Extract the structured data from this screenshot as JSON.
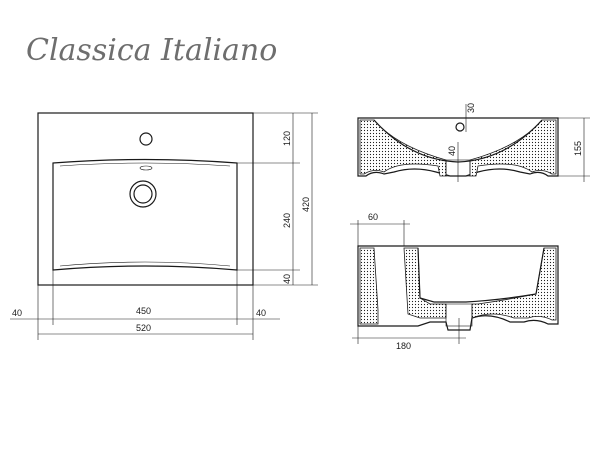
{
  "brand": {
    "logo_text": "Classica Italiano"
  },
  "dimensions": {
    "top_view": {
      "edge_left": "40",
      "basin_width": "450",
      "edge_right": "40",
      "overall_width": "520",
      "tap_zone": "120",
      "basin_depth": "240",
      "front_edge": "40",
      "overall_depth": "420"
    },
    "front_section": {
      "tap_hole": "30",
      "overall_height": "155",
      "drain_drop": "40"
    },
    "side_section": {
      "rim": "60",
      "drain_offset": "180"
    }
  }
}
